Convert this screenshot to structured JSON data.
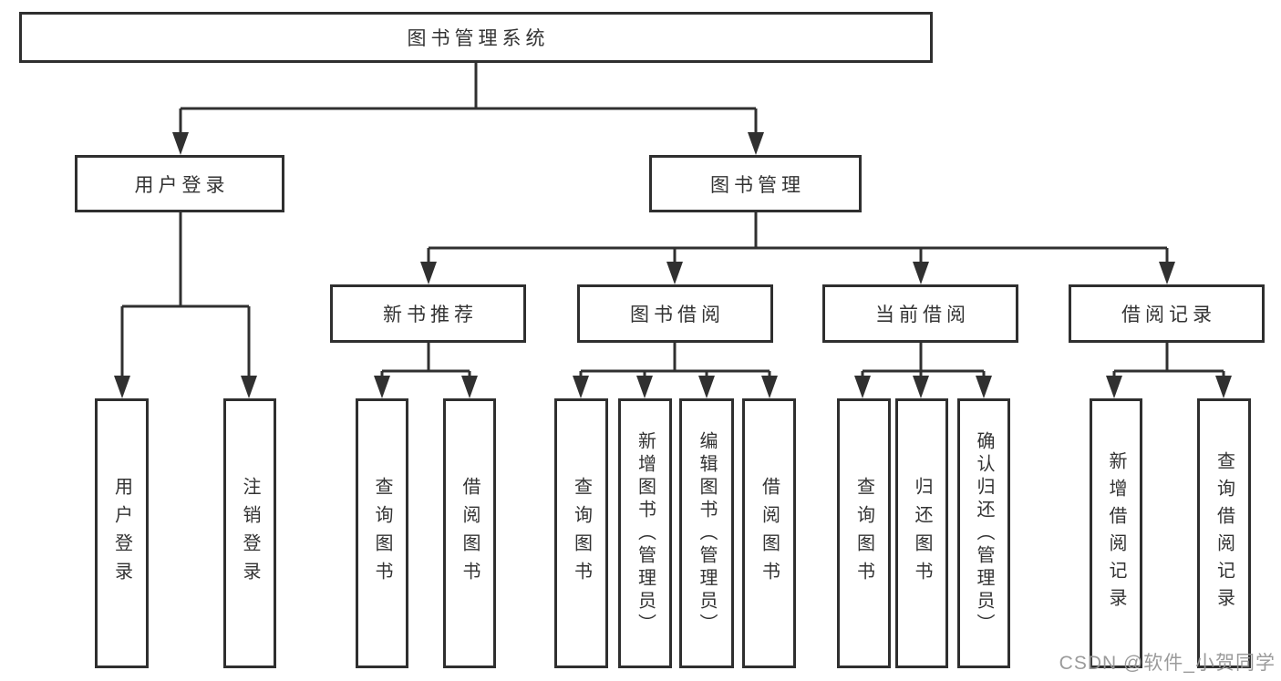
{
  "diagram": {
    "root": {
      "label": "图书管理系统"
    },
    "branches": [
      {
        "label": "用户登录",
        "children": [
          {
            "label": "用户登录"
          },
          {
            "label": "注销登录"
          }
        ]
      },
      {
        "label": "图书管理",
        "children": [
          {
            "label": "新书推荐",
            "children": [
              {
                "label": "查询图书"
              },
              {
                "label": "借阅图书"
              }
            ]
          },
          {
            "label": "图书借阅",
            "children": [
              {
                "label": "查询图书"
              },
              {
                "label": "新增图书（管理员）"
              },
              {
                "label": "编辑图书（管理员）"
              },
              {
                "label": "借阅图书"
              }
            ]
          },
          {
            "label": "当前借阅",
            "children": [
              {
                "label": "查询图书"
              },
              {
                "label": "归还图书"
              },
              {
                "label": "确认归还（管理员）"
              }
            ]
          },
          {
            "label": "借阅记录",
            "children": [
              {
                "label": "新增借阅记录"
              },
              {
                "label": "查询借阅记录"
              }
            ]
          }
        ]
      }
    ],
    "colors": {
      "line": "#303030",
      "text": "#333333",
      "watermark": "#969696",
      "background": "#ffffff"
    },
    "watermark": "CSDN @软件_小贺同学"
  }
}
